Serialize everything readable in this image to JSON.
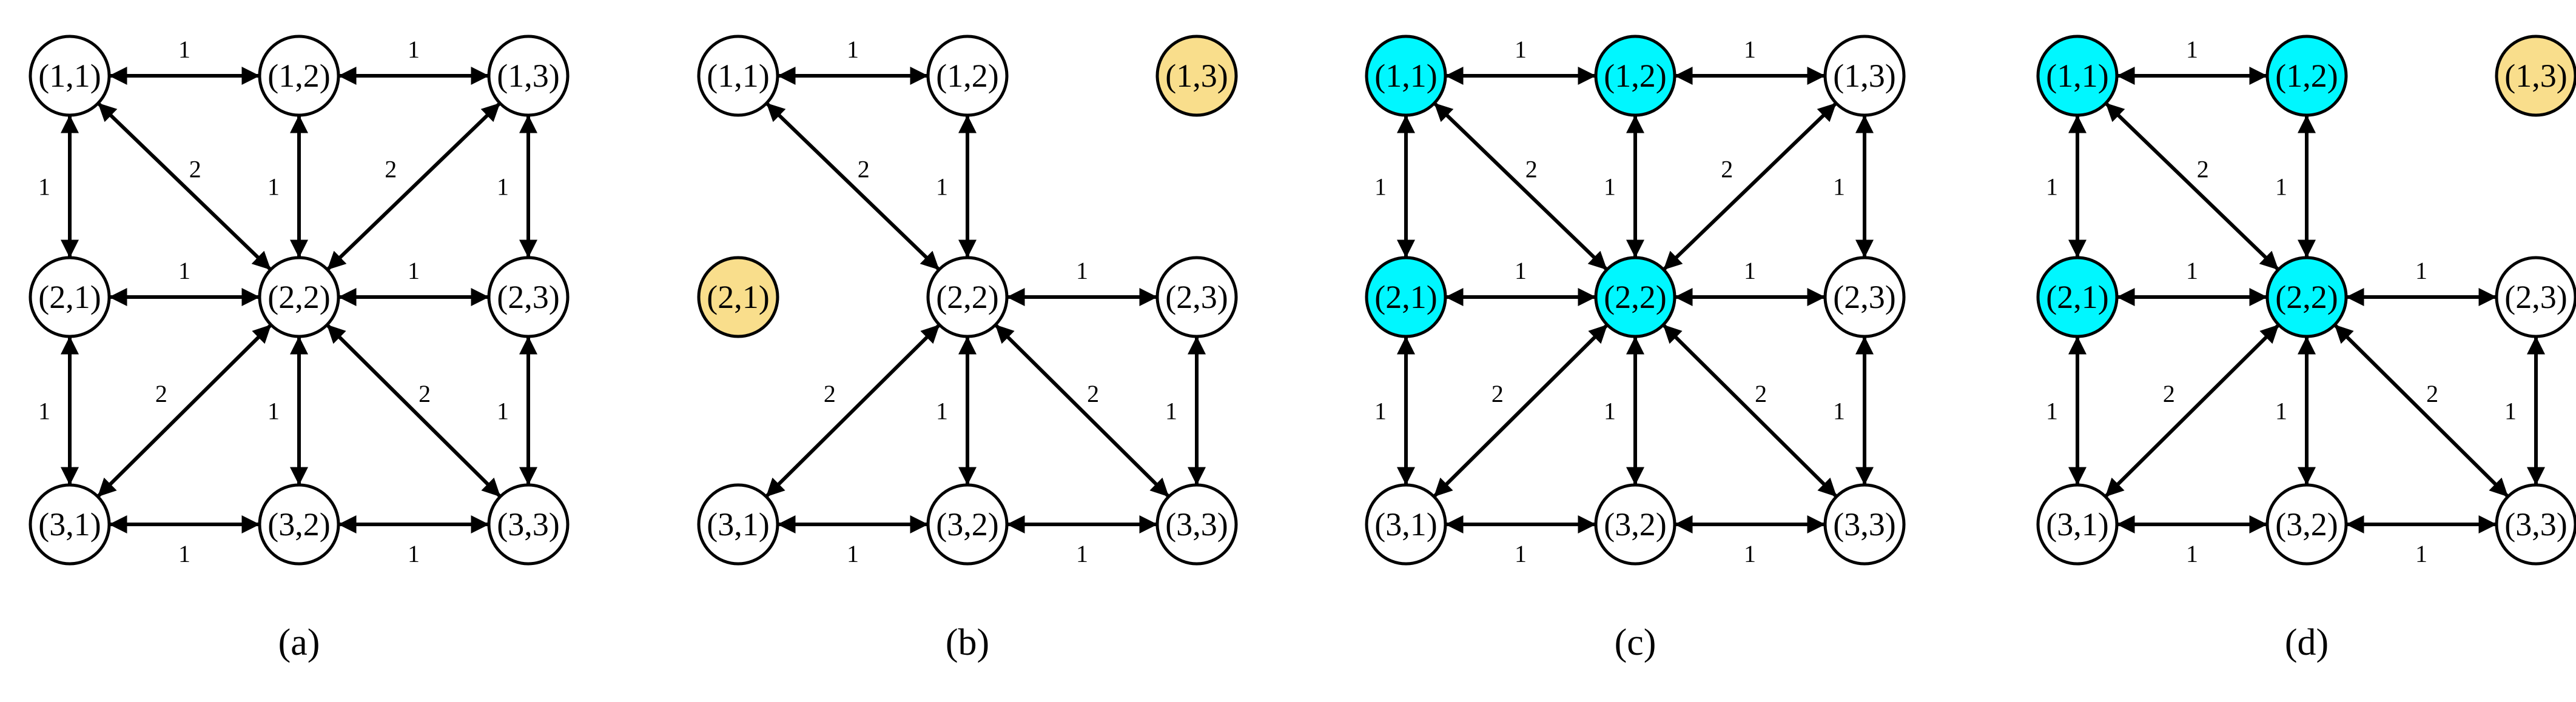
{
  "colors": {
    "background": "#ffffff",
    "stroke": "#000000",
    "default_fill": "#ffffff",
    "cyan": "#00f7ff",
    "yellow": "#f9de8c"
  },
  "panels": [
    {
      "id": "a",
      "caption": "(a)",
      "nodes": [
        {
          "id": "11",
          "label": "(1,1)",
          "row": 1,
          "col": 1,
          "fill": "white"
        },
        {
          "id": "12",
          "label": "(1,2)",
          "row": 1,
          "col": 2,
          "fill": "white"
        },
        {
          "id": "13",
          "label": "(1,3)",
          "row": 1,
          "col": 3,
          "fill": "white"
        },
        {
          "id": "21",
          "label": "(2,1)",
          "row": 2,
          "col": 1,
          "fill": "white"
        },
        {
          "id": "22",
          "label": "(2,2)",
          "row": 2,
          "col": 2,
          "fill": "white"
        },
        {
          "id": "23",
          "label": "(2,3)",
          "row": 2,
          "col": 3,
          "fill": "white"
        },
        {
          "id": "31",
          "label": "(3,1)",
          "row": 3,
          "col": 1,
          "fill": "white"
        },
        {
          "id": "32",
          "label": "(3,2)",
          "row": 3,
          "col": 2,
          "fill": "white"
        },
        {
          "id": "33",
          "label": "(3,3)",
          "row": 3,
          "col": 3,
          "fill": "white"
        }
      ],
      "edges": [
        {
          "from": "11",
          "to": "12",
          "weight": "1"
        },
        {
          "from": "12",
          "to": "13",
          "weight": "1"
        },
        {
          "from": "21",
          "to": "22",
          "weight": "1"
        },
        {
          "from": "22",
          "to": "23",
          "weight": "1"
        },
        {
          "from": "31",
          "to": "32",
          "weight": "1"
        },
        {
          "from": "32",
          "to": "33",
          "weight": "1"
        },
        {
          "from": "11",
          "to": "21",
          "weight": "1"
        },
        {
          "from": "21",
          "to": "31",
          "weight": "1"
        },
        {
          "from": "12",
          "to": "22",
          "weight": "1"
        },
        {
          "from": "22",
          "to": "32",
          "weight": "1"
        },
        {
          "from": "13",
          "to": "23",
          "weight": "1"
        },
        {
          "from": "23",
          "to": "33",
          "weight": "1"
        },
        {
          "from": "11",
          "to": "22",
          "weight": "2"
        },
        {
          "from": "13",
          "to": "22",
          "weight": "2"
        },
        {
          "from": "31",
          "to": "22",
          "weight": "2"
        },
        {
          "from": "33",
          "to": "22",
          "weight": "2"
        }
      ]
    },
    {
      "id": "b",
      "caption": "(b)",
      "nodes": [
        {
          "id": "11",
          "label": "(1,1)",
          "row": 1,
          "col": 1,
          "fill": "white"
        },
        {
          "id": "12",
          "label": "(1,2)",
          "row": 1,
          "col": 2,
          "fill": "white"
        },
        {
          "id": "13",
          "label": "(1,3)",
          "row": 1,
          "col": 3,
          "fill": "yellow"
        },
        {
          "id": "21",
          "label": "(2,1)",
          "row": 2,
          "col": 1,
          "fill": "yellow"
        },
        {
          "id": "22",
          "label": "(2,2)",
          "row": 2,
          "col": 2,
          "fill": "white"
        },
        {
          "id": "23",
          "label": "(2,3)",
          "row": 2,
          "col": 3,
          "fill": "white"
        },
        {
          "id": "31",
          "label": "(3,1)",
          "row": 3,
          "col": 1,
          "fill": "white"
        },
        {
          "id": "32",
          "label": "(3,2)",
          "row": 3,
          "col": 2,
          "fill": "white"
        },
        {
          "id": "33",
          "label": "(3,3)",
          "row": 3,
          "col": 3,
          "fill": "white"
        }
      ],
      "edges": [
        {
          "from": "11",
          "to": "12",
          "weight": "1"
        },
        {
          "from": "22",
          "to": "23",
          "weight": "1"
        },
        {
          "from": "31",
          "to": "32",
          "weight": "1"
        },
        {
          "from": "32",
          "to": "33",
          "weight": "1"
        },
        {
          "from": "12",
          "to": "22",
          "weight": "1"
        },
        {
          "from": "22",
          "to": "32",
          "weight": "1"
        },
        {
          "from": "23",
          "to": "33",
          "weight": "1"
        },
        {
          "from": "11",
          "to": "22",
          "weight": "2"
        },
        {
          "from": "31",
          "to": "22",
          "weight": "2"
        },
        {
          "from": "33",
          "to": "22",
          "weight": "2"
        }
      ]
    },
    {
      "id": "c",
      "caption": "(c)",
      "nodes": [
        {
          "id": "11",
          "label": "(1,1)",
          "row": 1,
          "col": 1,
          "fill": "cyan"
        },
        {
          "id": "12",
          "label": "(1,2)",
          "row": 1,
          "col": 2,
          "fill": "cyan"
        },
        {
          "id": "13",
          "label": "(1,3)",
          "row": 1,
          "col": 3,
          "fill": "white"
        },
        {
          "id": "21",
          "label": "(2,1)",
          "row": 2,
          "col": 1,
          "fill": "cyan"
        },
        {
          "id": "22",
          "label": "(2,2)",
          "row": 2,
          "col": 2,
          "fill": "cyan"
        },
        {
          "id": "23",
          "label": "(2,3)",
          "row": 2,
          "col": 3,
          "fill": "white"
        },
        {
          "id": "31",
          "label": "(3,1)",
          "row": 3,
          "col": 1,
          "fill": "white"
        },
        {
          "id": "32",
          "label": "(3,2)",
          "row": 3,
          "col": 2,
          "fill": "white"
        },
        {
          "id": "33",
          "label": "(3,3)",
          "row": 3,
          "col": 3,
          "fill": "white"
        }
      ],
      "edges": [
        {
          "from": "11",
          "to": "12",
          "weight": "1"
        },
        {
          "from": "12",
          "to": "13",
          "weight": "1"
        },
        {
          "from": "21",
          "to": "22",
          "weight": "1"
        },
        {
          "from": "22",
          "to": "23",
          "weight": "1"
        },
        {
          "from": "31",
          "to": "32",
          "weight": "1"
        },
        {
          "from": "32",
          "to": "33",
          "weight": "1"
        },
        {
          "from": "11",
          "to": "21",
          "weight": "1"
        },
        {
          "from": "21",
          "to": "31",
          "weight": "1"
        },
        {
          "from": "12",
          "to": "22",
          "weight": "1"
        },
        {
          "from": "22",
          "to": "32",
          "weight": "1"
        },
        {
          "from": "13",
          "to": "23",
          "weight": "1"
        },
        {
          "from": "23",
          "to": "33",
          "weight": "1"
        },
        {
          "from": "11",
          "to": "22",
          "weight": "2"
        },
        {
          "from": "13",
          "to": "22",
          "weight": "2"
        },
        {
          "from": "31",
          "to": "22",
          "weight": "2"
        },
        {
          "from": "33",
          "to": "22",
          "weight": "2"
        }
      ]
    },
    {
      "id": "d",
      "caption": "(d)",
      "nodes": [
        {
          "id": "11",
          "label": "(1,1)",
          "row": 1,
          "col": 1,
          "fill": "cyan"
        },
        {
          "id": "12",
          "label": "(1,2)",
          "row": 1,
          "col": 2,
          "fill": "cyan"
        },
        {
          "id": "13",
          "label": "(1,3)",
          "row": 1,
          "col": 3,
          "fill": "yellow"
        },
        {
          "id": "21",
          "label": "(2,1)",
          "row": 2,
          "col": 1,
          "fill": "cyan"
        },
        {
          "id": "22",
          "label": "(2,2)",
          "row": 2,
          "col": 2,
          "fill": "cyan"
        },
        {
          "id": "23",
          "label": "(2,3)",
          "row": 2,
          "col": 3,
          "fill": "white"
        },
        {
          "id": "31",
          "label": "(3,1)",
          "row": 3,
          "col": 1,
          "fill": "white"
        },
        {
          "id": "32",
          "label": "(3,2)",
          "row": 3,
          "col": 2,
          "fill": "white"
        },
        {
          "id": "33",
          "label": "(3,3)",
          "row": 3,
          "col": 3,
          "fill": "white"
        }
      ],
      "edges": [
        {
          "from": "11",
          "to": "12",
          "weight": "1"
        },
        {
          "from": "21",
          "to": "22",
          "weight": "1"
        },
        {
          "from": "22",
          "to": "23",
          "weight": "1"
        },
        {
          "from": "31",
          "to": "32",
          "weight": "1"
        },
        {
          "from": "32",
          "to": "33",
          "weight": "1"
        },
        {
          "from": "11",
          "to": "21",
          "weight": "1"
        },
        {
          "from": "21",
          "to": "31",
          "weight": "1"
        },
        {
          "from": "12",
          "to": "22",
          "weight": "1"
        },
        {
          "from": "22",
          "to": "32",
          "weight": "1"
        },
        {
          "from": "23",
          "to": "33",
          "weight": "1"
        },
        {
          "from": "11",
          "to": "22",
          "weight": "2"
        },
        {
          "from": "31",
          "to": "22",
          "weight": "2"
        },
        {
          "from": "33",
          "to": "22",
          "weight": "2"
        }
      ]
    }
  ]
}
